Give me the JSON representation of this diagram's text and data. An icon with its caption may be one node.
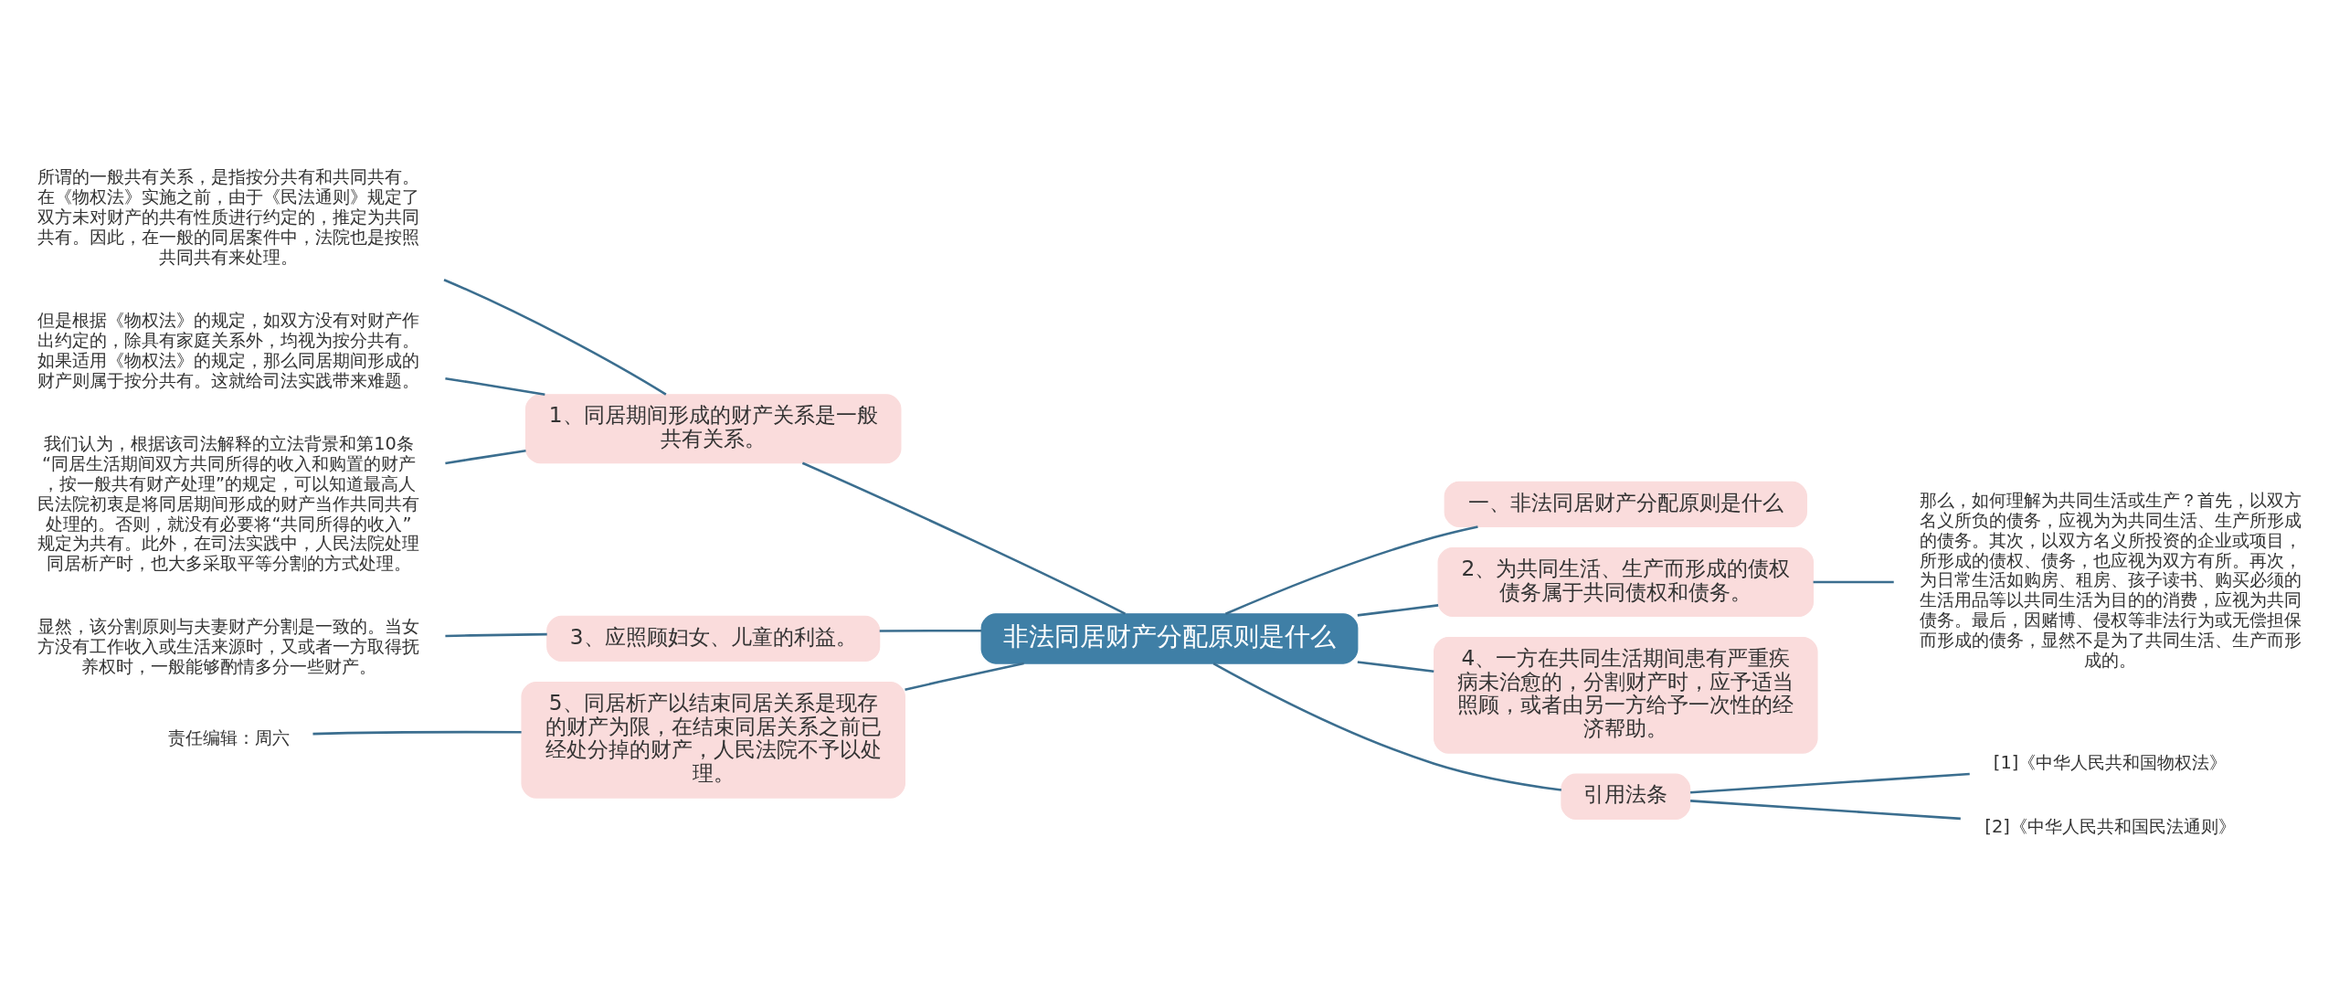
{
  "diagram": {
    "nodes": [
      {
        "text": [
          "非法同居财产分配原则是什么"
        ]
      },
      {
        "text": [
          "1、同居期间形成的财产关系是一般共有关系。"
        ]
      },
      {
        "text": [
          "所谓的一般共有关系，是指按分共有和共同共有。在《物权法》实施之前，由于《民法通则》规定了双方未对财产的共有性质进行约定的，推定为共同共有。因此，在一般的同居案件中，法院也是按照共同共有来处理。"
        ]
      },
      {
        "text": [
          "但是根据《物权法》的规定，如双方没有对财产作出约定的，除具有家庭关系外，均视为按分共有。如果适用《物权法》的规定，那么同居期间形成的财产则属于按分共有。这就给司法实践带来难题。"
        ]
      },
      {
        "text": [
          "我们认为，根据该司法解释的立法背景和第10条“同居生活期间双方共同所得的收入和购置的财产，按一般共有财产处理”的规定，可以知道最高人民法院初衷是将同居期间形成的财产当作共同共有处理的。否则，就没有必要将“共同所得的收入”规定为共有。此外，在司法实践中，人民法院处理同居析产时，也大多采取平等分割的方式处理。"
        ]
      },
      {
        "text": [
          "3、应照顾妇女、儿童的利益。"
        ]
      },
      {
        "text": [
          "显然，该分割原则与夫妻财产分割是一致的。当女方没有工作收入或生活来源时，又或者一方取得抚养权时，一般能够酌情多分一些财产。"
        ]
      },
      {
        "text": [
          "5、同居析产以结束同居关系是现存的财产为限，在结束同居关系之前已经处分掉的财产，人民法院不予以处理。"
        ]
      },
      {
        "text": [
          "责任编辑：周六"
        ]
      },
      {
        "text": [
          "一、非法同居财产分配原则是什么"
        ]
      },
      {
        "text": [
          "2、为共同生活、生产而形成的债权债务属于共同债权和债务。"
        ]
      },
      {
        "text": [
          "那么，如何理解为共同生活或生产？首先，以双方名义所负的债务，应视为为共同生活、生产所形成的债务。其次，以双方名义所投资的企业或项目，所形成的债权、债务，也应视为双方有所。再次，为日常生活如购房、租房、孩子读书、购买必须的生活用品等以共同生活为目的的消费，应视为共同债务。最后，因赌博、侵权等非法行为或无偿担保而形成的债务，显然不是为了共同生活、生产而形成的。"
        ]
      },
      {
        "text": [
          "4、一方在共同生活期间患有严重疾病未治愈的，分割财产时，应予适当照顾，或者由另一方给予一次性的经济帮助。"
        ]
      },
      {
        "text": [
          "引用法条"
        ]
      },
      {
        "text": [
          "[1]《中华人民共和国物权法》"
        ]
      },
      {
        "text": [
          "[2]《中华人民共和国民法通则》"
        ]
      }
    ],
    "edges": [
      {
        "from": 0,
        "to": 1,
        "arrow": "none"
      },
      {
        "from": 1,
        "to": 2,
        "arrow": "none"
      },
      {
        "from": 1,
        "to": 3,
        "arrow": "none"
      },
      {
        "from": 1,
        "to": 4,
        "arrow": "none"
      },
      {
        "from": 0,
        "to": 5,
        "arrow": "none"
      },
      {
        "from": 5,
        "to": 6,
        "arrow": "none"
      },
      {
        "from": 0,
        "to": 7,
        "arrow": "none"
      },
      {
        "from": 7,
        "to": 8,
        "arrow": "none"
      },
      {
        "from": 0,
        "to": 9,
        "arrow": "none"
      },
      {
        "from": 0,
        "to": 10,
        "arrow": "none"
      },
      {
        "from": 10,
        "to": 11,
        "arrow": "none"
      },
      {
        "from": 0,
        "to": 12,
        "arrow": "none"
      },
      {
        "from": 0,
        "to": 13,
        "arrow": "none"
      },
      {
        "from": 13,
        "to": 14,
        "arrow": "none"
      },
      {
        "from": 13,
        "to": 15,
        "arrow": "none"
      }
    ]
  }
}
